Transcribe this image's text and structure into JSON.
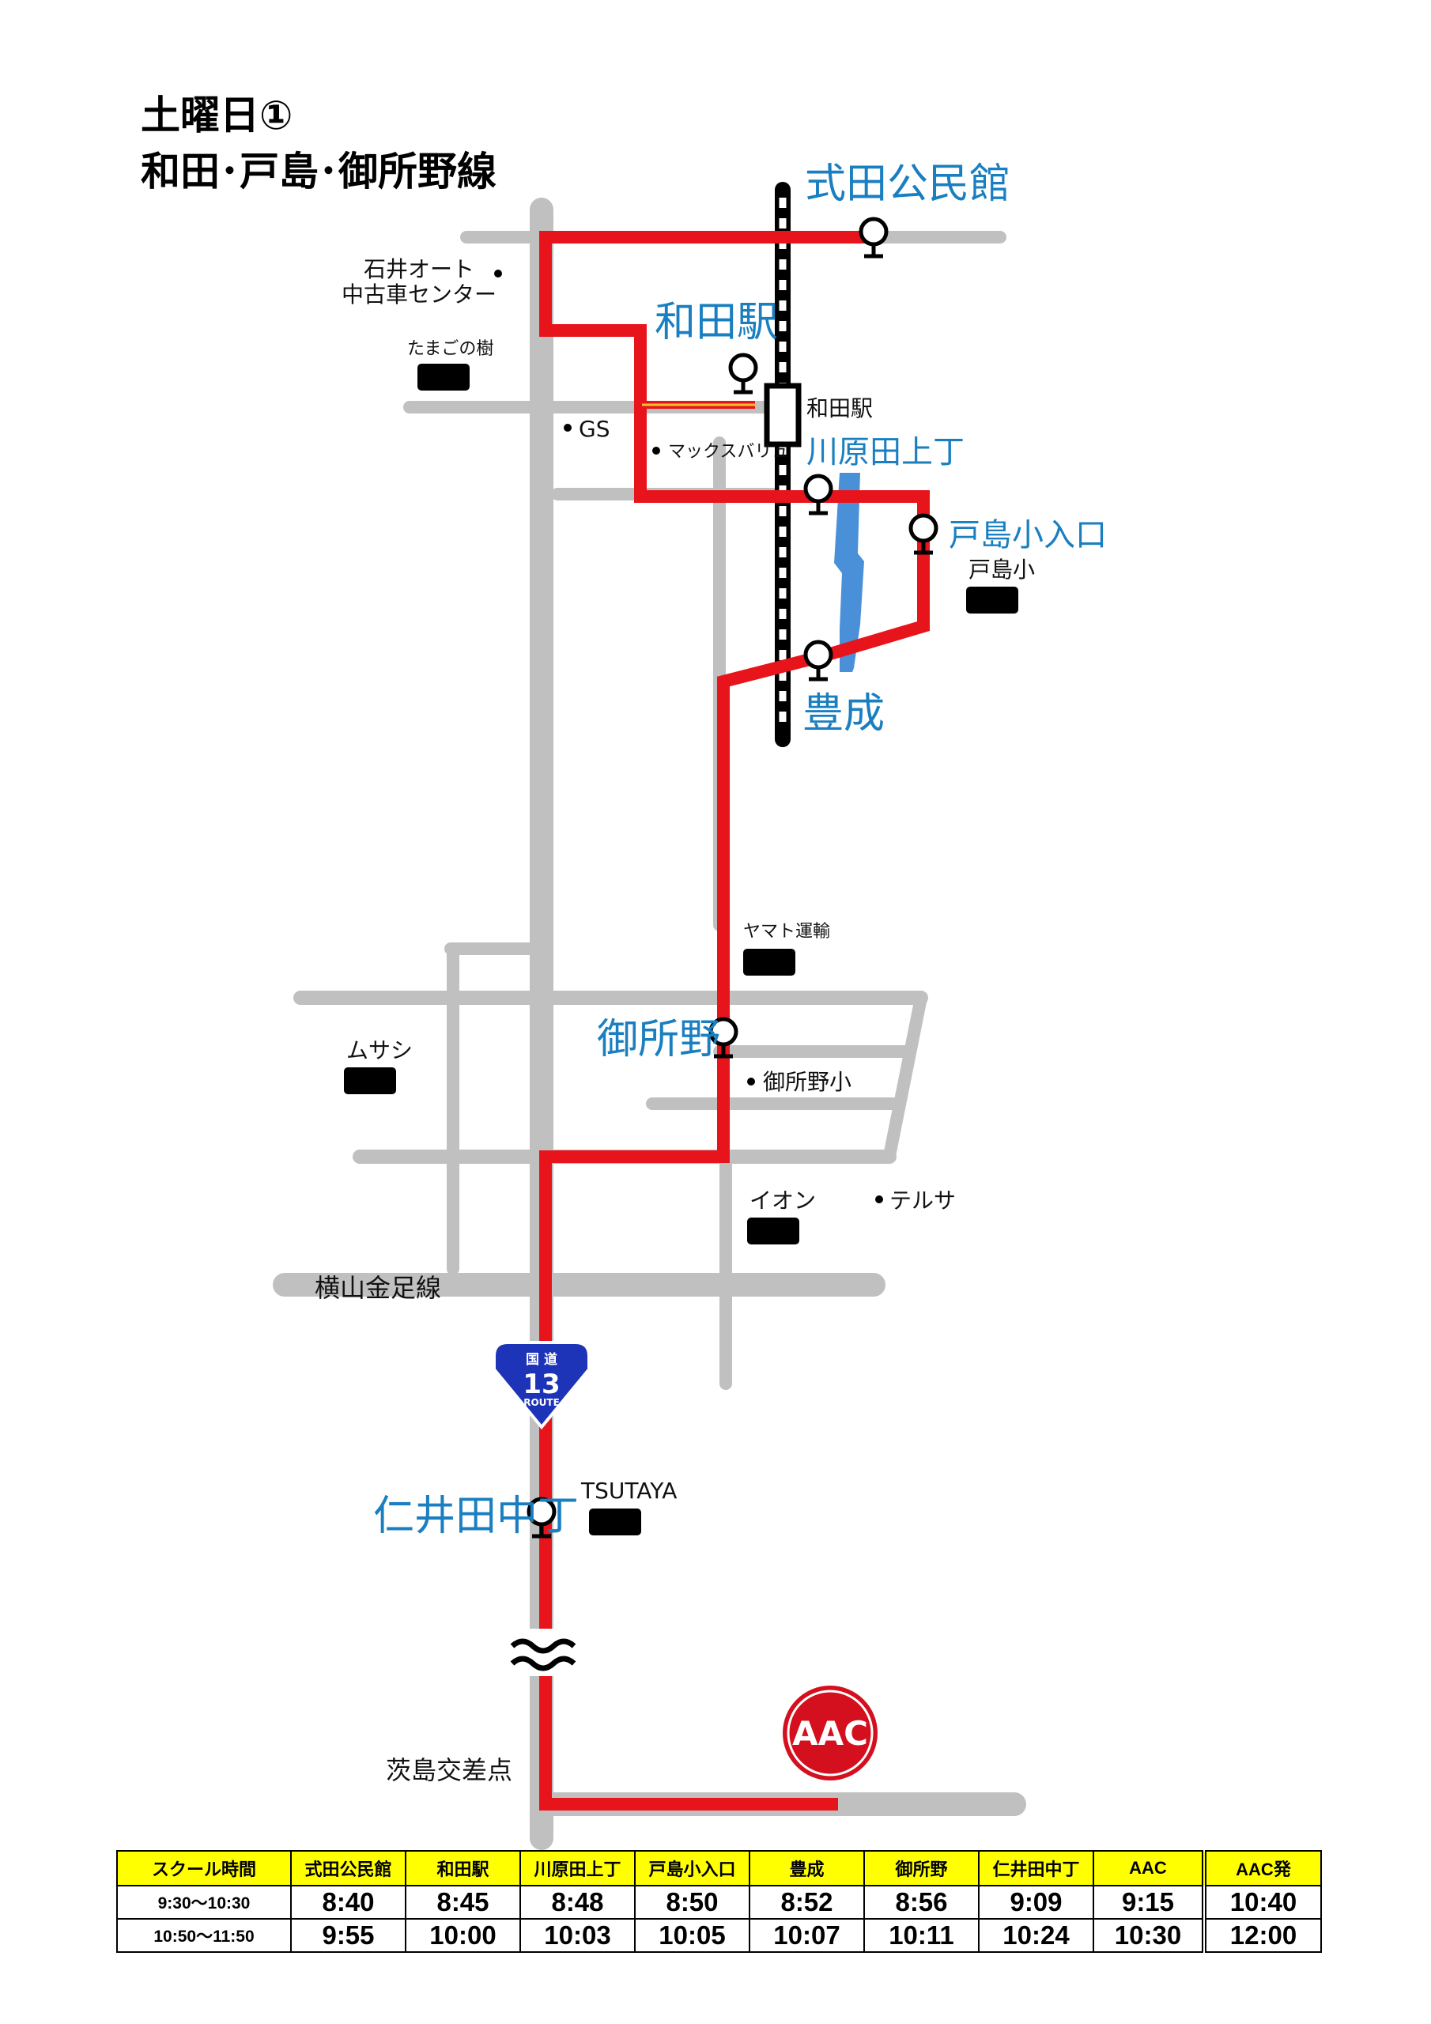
{
  "title": {
    "line1": "土曜日①",
    "line2": "和田･戸島･御所野線"
  },
  "stops": {
    "shikida": "式田公民館",
    "wada_station": "和田駅",
    "kawarada": "川原田上丁",
    "tojima": "戸島小入口",
    "toyonari": "豊成",
    "goshono": "御所野",
    "niida": "仁井田中丁"
  },
  "landmarks": {
    "ishii_line1": "石井オート",
    "ishii_line2": "中古車センター",
    "tamago": "たまごの樹",
    "gs": "GS",
    "maxvalu": "マックスバリュ",
    "wada_eki": "和田駅",
    "tojima_sho": "戸島小",
    "yamato": "ヤマト運輸",
    "musashi": "ムサシ",
    "goshono_sho": "御所野小",
    "aeon": "イオン",
    "terusa": "テルサ",
    "tsutaya": "TSUTAYA",
    "yokoyama": "横山金足線",
    "barajima": "茨島交差点",
    "aac_logo": "AAC",
    "route_top": "国 道",
    "route_num": "13",
    "route_bottom": "ROUTE"
  },
  "colors": {
    "route": "#e8141c",
    "road": "#c0c0c0",
    "river": "#4a90d9",
    "stop_text": "#1a7fc0",
    "header_bg": "#ffff00",
    "aac": "#d4101f",
    "route_sign": "#1e34b8"
  },
  "timetable": {
    "headers": [
      "スクール時間",
      "式田公民館",
      "和田駅",
      "川原田上丁",
      "戸島小入口",
      "豊成",
      "御所野",
      "仁井田中丁",
      "AAC",
      "AAC発"
    ],
    "rows": [
      [
        "9:30〜10:30",
        "8:40",
        "8:45",
        "8:48",
        "8:50",
        "8:52",
        "8:56",
        "9:09",
        "9:15",
        "10:40"
      ],
      [
        "10:50〜11:50",
        "9:55",
        "10:00",
        "10:03",
        "10:05",
        "10:07",
        "10:11",
        "10:24",
        "10:30",
        "12:00"
      ]
    ]
  }
}
